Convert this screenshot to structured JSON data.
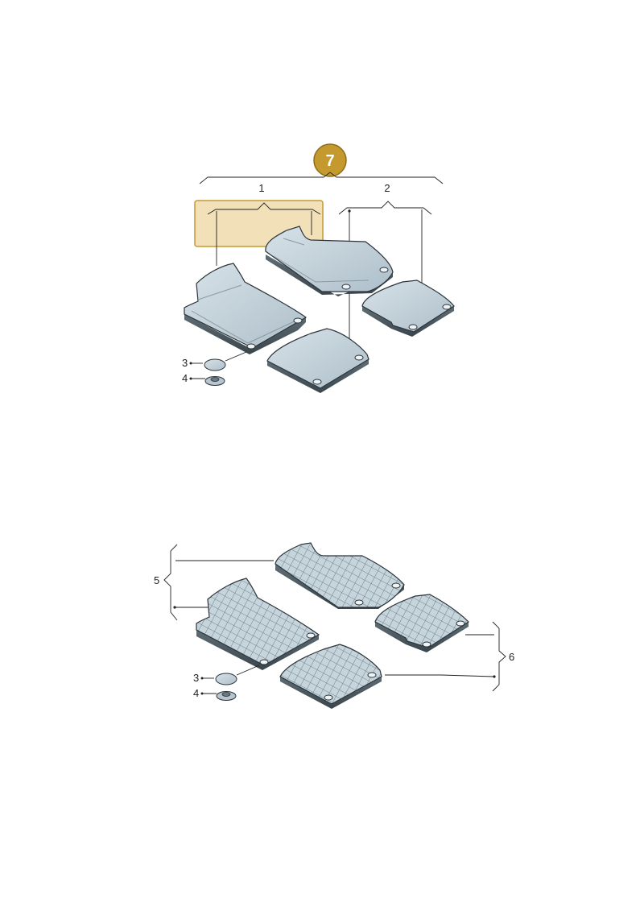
{
  "diagram": {
    "badge": {
      "label": "7",
      "color": "#c49a2e"
    },
    "highlight_color": "#e8c77e",
    "mat_colors": {
      "top": "#c4d3dc",
      "edge": "#4d5a62",
      "outline": "#2c343a",
      "ridge": "#8c9aa3"
    },
    "top_section": {
      "callouts": {
        "c1": "1",
        "c2": "2",
        "c3": "3",
        "c4": "4"
      },
      "icons": [
        "front-left-mat-icon",
        "front-right-mat-icon",
        "rear-left-mat-icon",
        "rear-right-mat-icon",
        "cap-icon",
        "clip-icon"
      ]
    },
    "bottom_section": {
      "callouts": {
        "c5": "5",
        "c6": "6",
        "c3": "3",
        "c4": "4"
      },
      "icons": [
        "front-left-grid-mat-icon",
        "front-right-grid-mat-icon",
        "rear-left-grid-mat-icon",
        "rear-right-grid-mat-icon",
        "cap-icon",
        "clip-icon"
      ]
    }
  }
}
